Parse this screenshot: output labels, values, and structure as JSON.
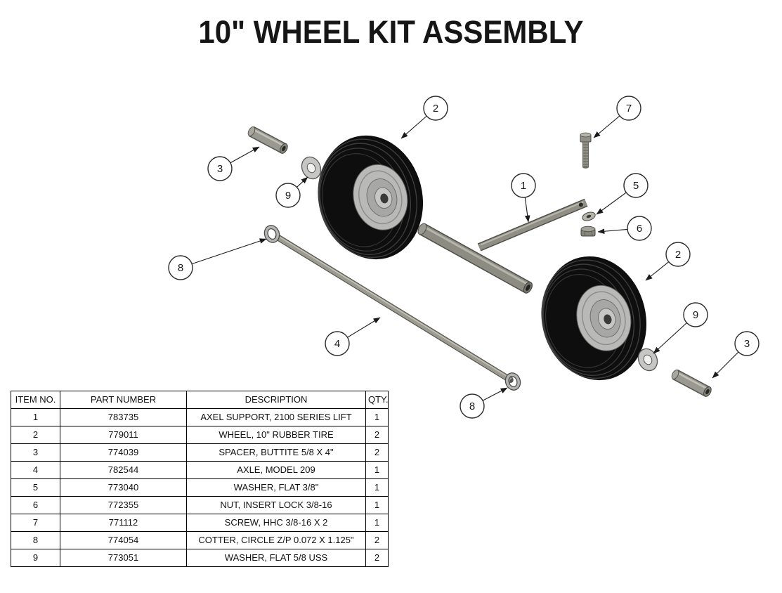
{
  "title": "10\" WHEEL KIT ASSEMBLY",
  "colors": {
    "tire": "#0e0e0e",
    "hub": "#b9b9b7",
    "metal": "#8f8f85",
    "line": "#1a1a1a"
  },
  "callouts": [
    {
      "label": "2"
    },
    {
      "label": "7"
    },
    {
      "label": "3"
    },
    {
      "label": "9"
    },
    {
      "label": "1"
    },
    {
      "label": "5"
    },
    {
      "label": "6"
    },
    {
      "label": "2"
    },
    {
      "label": "8"
    },
    {
      "label": "9"
    },
    {
      "label": "4"
    },
    {
      "label": "3"
    },
    {
      "label": "8"
    }
  ],
  "table": {
    "headers": {
      "item": "ITEM NO.",
      "part": "PART NUMBER",
      "description": "DESCRIPTION",
      "qty": "QTY."
    },
    "rows": [
      {
        "item": "1",
        "part": "783735",
        "description": "AXEL SUPPORT, 2100 SERIES LIFT",
        "qty": "1"
      },
      {
        "item": "2",
        "part": "779011",
        "description": "WHEEL, 10\" RUBBER TIRE",
        "qty": "2"
      },
      {
        "item": "3",
        "part": "774039",
        "description": "SPACER, BUTTITE 5/8 X 4\"",
        "qty": "2"
      },
      {
        "item": "4",
        "part": "782544",
        "description": "AXLE, MODEL 209",
        "qty": "1"
      },
      {
        "item": "5",
        "part": "773040",
        "description": "WASHER, FLAT 3/8\"",
        "qty": "1"
      },
      {
        "item": "6",
        "part": "772355",
        "description": "NUT, INSERT LOCK 3/8-16",
        "qty": "1"
      },
      {
        "item": "7",
        "part": "771112",
        "description": "SCREW, HHC 3/8-16 X 2",
        "qty": "1"
      },
      {
        "item": "8",
        "part": "774054",
        "description": "COTTER, CIRCLE Z/P 0.072 X 1.125\"",
        "qty": "2"
      },
      {
        "item": "9",
        "part": "773051",
        "description": "WASHER, FLAT 5/8 USS",
        "qty": "2"
      }
    ]
  }
}
